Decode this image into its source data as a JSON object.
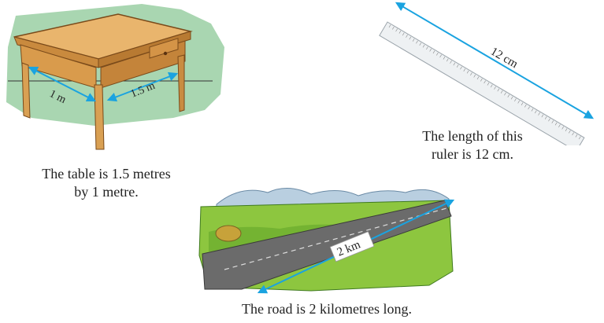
{
  "table": {
    "label_width": "1 m",
    "label_length": "1.5 m",
    "caption_line1": "The table is 1.5 metres",
    "caption_line2": "by 1 metre."
  },
  "ruler": {
    "label": "12 cm",
    "caption_line1": "The length of this",
    "caption_line2": "ruler is 12 cm."
  },
  "road": {
    "label": "2 km",
    "caption": "The road is 2 kilometres long."
  },
  "colors": {
    "arrow": "#1aa3e0",
    "table_wood": "#e0a860",
    "backdrop": "#9fcfa7",
    "field": "#8dc63f",
    "road": "#6b6b6b"
  }
}
